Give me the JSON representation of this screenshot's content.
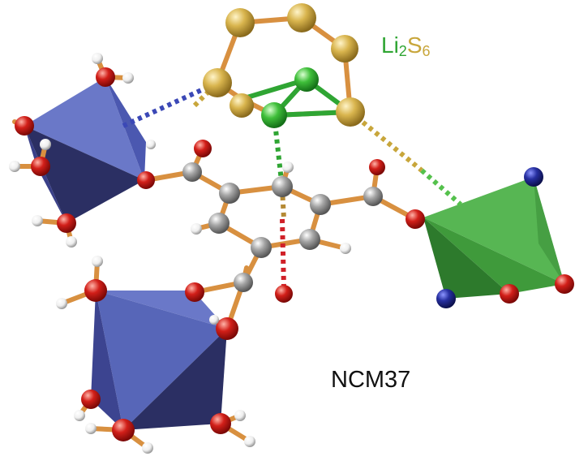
{
  "labels": {
    "compound": {
      "li": "Li",
      "li_sub": "2",
      "s": "S",
      "s_sub": "6"
    },
    "framework": "NCM37"
  },
  "colors": {
    "lithium": "#2fa533",
    "sulfur": "#c8a63b",
    "oxygen": "#cc1a17",
    "carbon": "#9a9a9a",
    "hydrogen": "#f2f2f2",
    "bond": "#d89040",
    "blue_polyhedron": "#5060b4",
    "green_polyhedron": "#52b04e",
    "nitrogen": "#222a8c"
  }
}
